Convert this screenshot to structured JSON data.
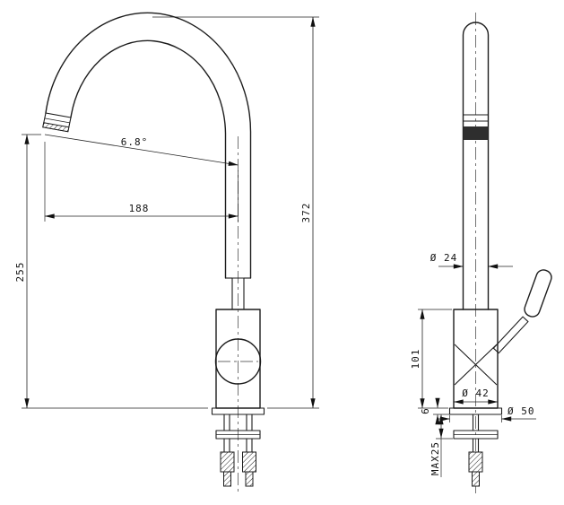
{
  "drawing": {
    "type": "technical-dimension-drawing",
    "subject": "kitchen-faucet-two-views",
    "colors": {
      "background": "#ffffff",
      "line": "#1c1c1c"
    },
    "front_view": {
      "spout_angle": "6.8°",
      "spout_reach": "188",
      "outlet_height": "255",
      "total_height": "372"
    },
    "side_view": {
      "spout_diameter": "Ø 24",
      "body_height": "101",
      "body_diameter": "Ø 42",
      "base_diameter": "Ø 50",
      "base_thickness": "6",
      "max_counter_thickness": "MAX25"
    }
  }
}
